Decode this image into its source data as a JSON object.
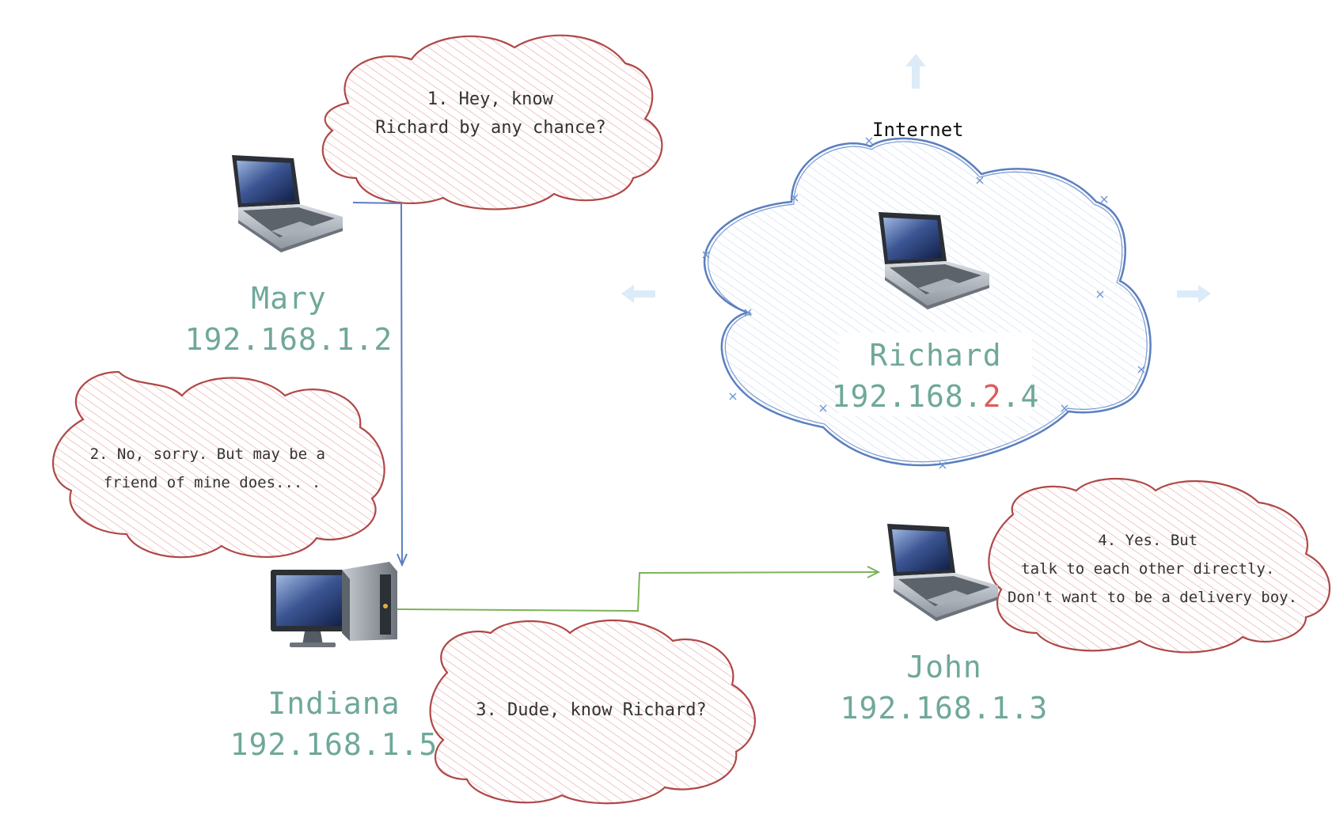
{
  "colors": {
    "label": "#6fa89a",
    "highlight": "#e05a5a",
    "bubble_stroke": "#b04848",
    "bubble_hatch": "#e8a0a0",
    "cloud_stroke": "#5a7fbf",
    "cloud_hatch": "#c9dbf2",
    "arrow_blue": "#5a7fbf",
    "arrow_green": "#7cb35a",
    "faint_arrow": "#dcebf8"
  },
  "nodes": {
    "mary": {
      "name": "Mary",
      "ip": "192.168.1.2",
      "icon": "laptop-icon"
    },
    "indiana": {
      "name": "Indiana",
      "ip": "192.168.1.5",
      "icon": "desktop-icon"
    },
    "john": {
      "name": "John",
      "ip": "192.168.1.3",
      "icon": "laptop-icon"
    },
    "richard": {
      "name": "Richard",
      "ip_prefix": "192.168.",
      "ip_highlight": "2",
      "ip_suffix": ".4",
      "icon": "laptop-icon"
    }
  },
  "internet": {
    "label": "Internet"
  },
  "bubbles": {
    "b1": {
      "lines": [
        "1. Hey, know",
        "Richard by any chance?"
      ]
    },
    "b2": {
      "lines": [
        "2. No, sorry. But may be a",
        "friend of mine does... ."
      ]
    },
    "b3": {
      "lines": [
        "3. Dude, know Richard?"
      ]
    },
    "b4": {
      "lines": [
        "4. Yes. But",
        "talk to each other directly.",
        "Don't want to be a delivery boy."
      ]
    }
  }
}
